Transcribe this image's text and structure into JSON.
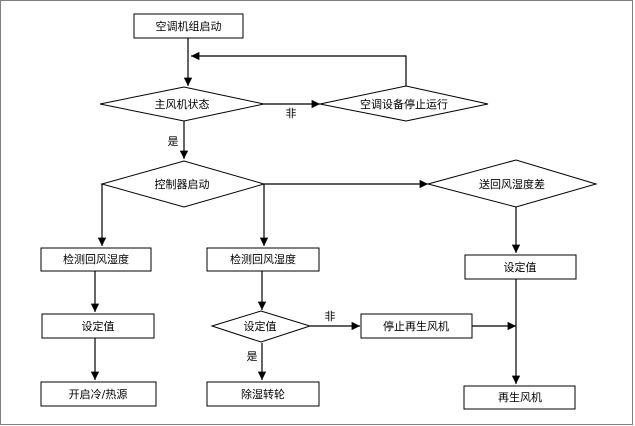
{
  "nodes": {
    "start": "空调机组启动",
    "fan_status": "主风机状态",
    "stop_equipment": "空调设备停止运行",
    "controller_start": "控制器启动",
    "supply_return_diff": "送回风湿度差",
    "detect_humidity_1": "检测回风湿度",
    "detect_humidity_2": "检测回风湿度",
    "setpoint_1": "设定值",
    "setpoint_2": "设定值",
    "setpoint_3": "设定值",
    "cold_heat_source": "开启冷/热源",
    "dehumid_wheel": "除湿转轮",
    "stop_regen_fan": "停止再生风机",
    "regen_fan": "再生风机"
  },
  "labels": {
    "no_1": "非",
    "yes_1": "是",
    "no_2": "非",
    "yes_2": "是"
  }
}
